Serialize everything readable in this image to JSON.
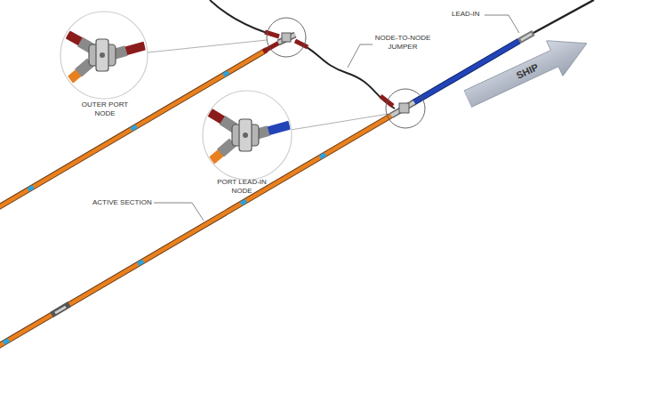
{
  "diagram": {
    "nodes": [
      {
        "text": [
          "SHIP"
        ]
      }
    ],
    "edges": [],
    "labels": [
      "LEAD-IN",
      "NODE-TO-NODE JUMPER",
      "OUTER PORT NODE",
      "PORT LEAD-IN NODE",
      "ACTIVE SECTION"
    ]
  }
}
